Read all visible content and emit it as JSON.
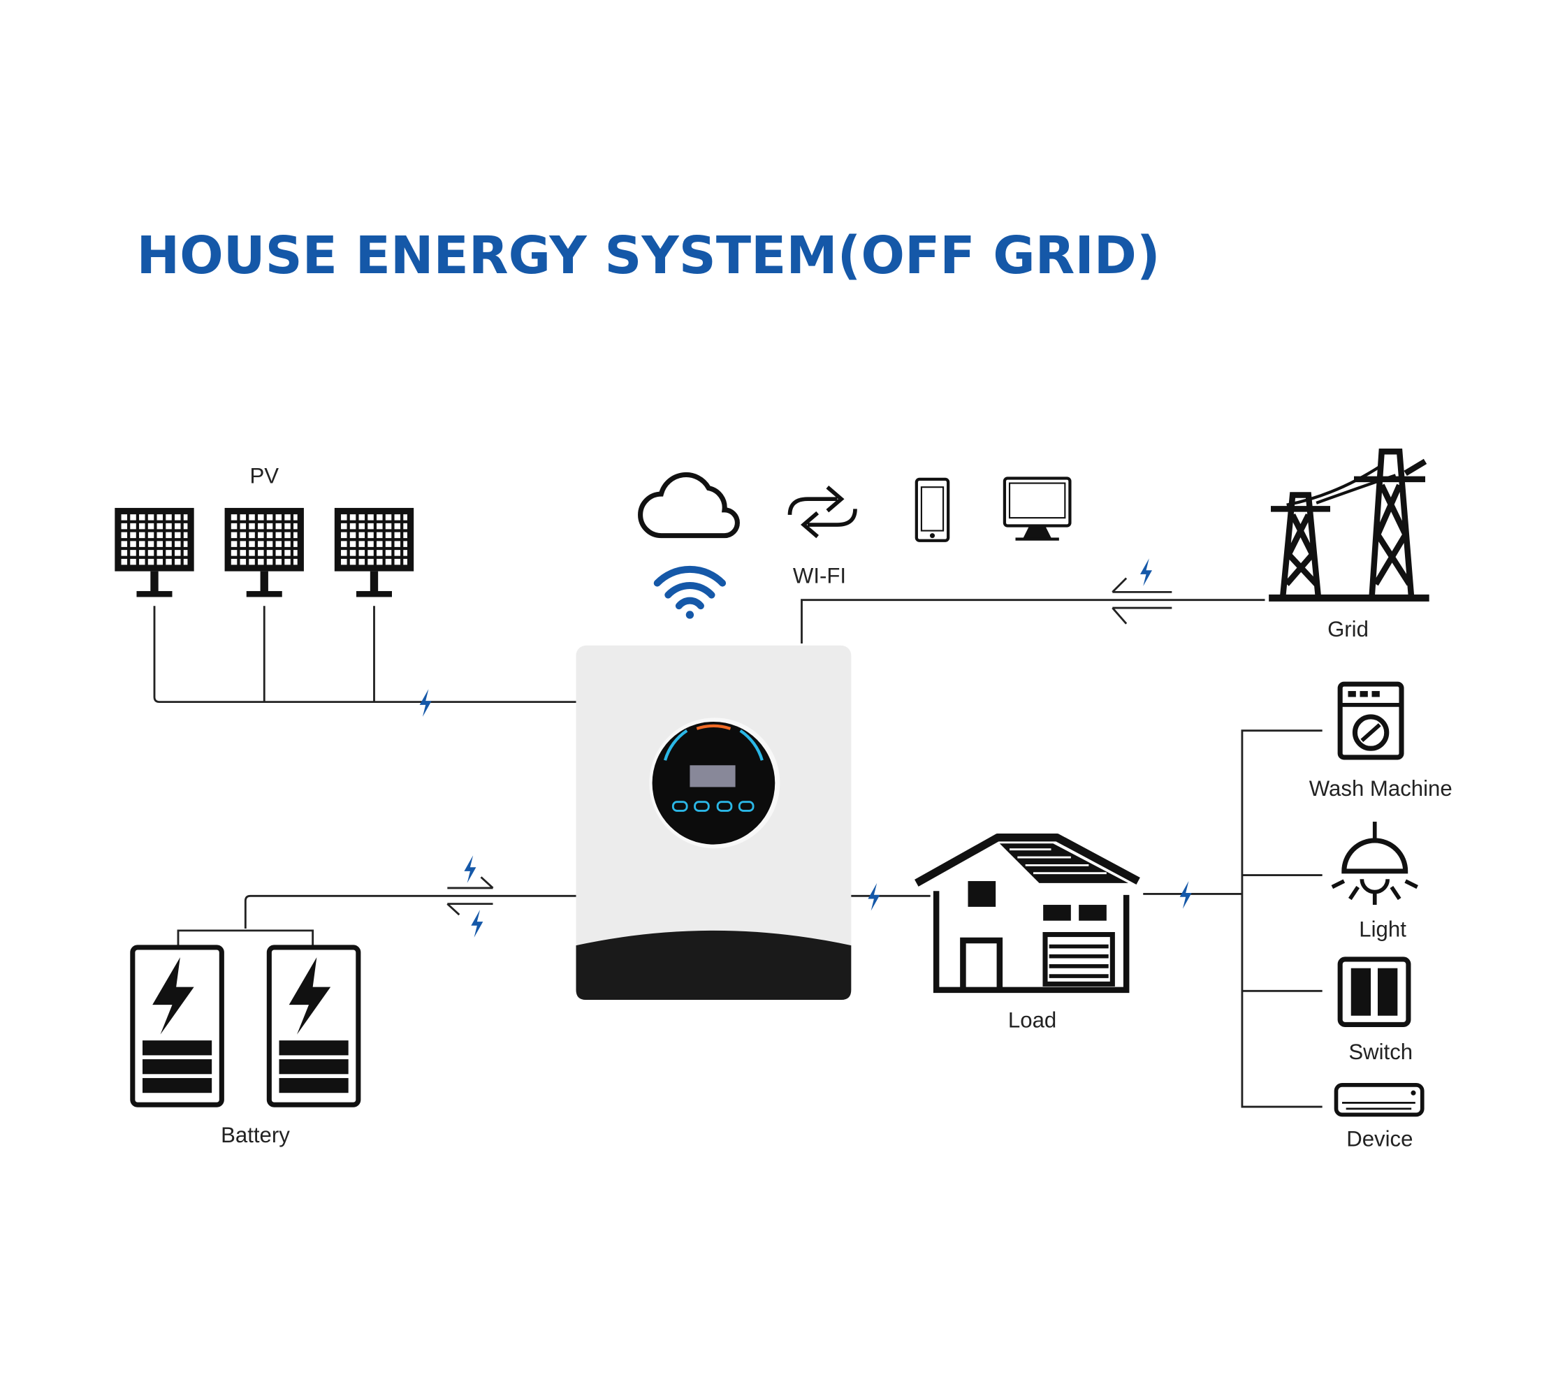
{
  "title": "HOUSE ENERGY SYSTEM(OFF GRID)",
  "labels": {
    "pv": "PV",
    "wifi": "WI-FI",
    "grid": "Grid",
    "battery": "Battery",
    "load": "Load",
    "wash_machine": "Wash Machine",
    "light": "Light",
    "switch": "Switch",
    "device": "Device"
  },
  "colors": {
    "title": "#1558a8",
    "bolt": "#1558a8",
    "screen_arc": "#2bb7e6",
    "screen_top_arc": "#f06a25"
  }
}
